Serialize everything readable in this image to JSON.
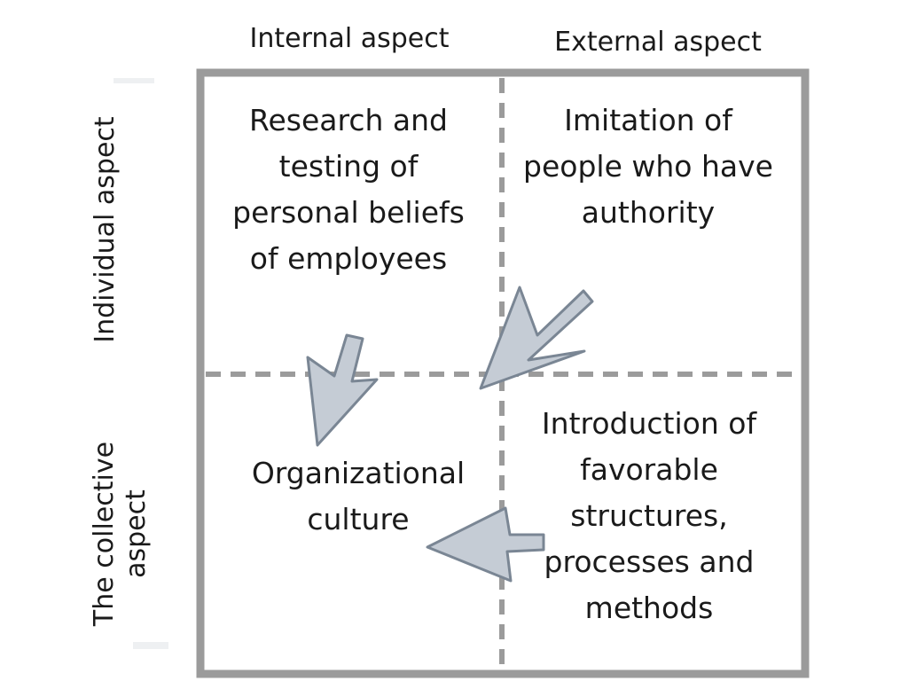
{
  "columns": {
    "internal": "Internal aspect",
    "external": "External aspect"
  },
  "rows": {
    "individual": "Individual aspect",
    "collective_line1": "The collective",
    "collective_line2": "aspect"
  },
  "quadrants": {
    "top_left": [
      "Research and",
      "testing of",
      "personal beliefs",
      "of employees"
    ],
    "top_right": [
      "Imitation of",
      "people who have",
      "authority"
    ],
    "bottom_left": [
      "Organizational",
      "culture"
    ],
    "bottom_right": [
      "Introduction of",
      "favorable",
      "structures,",
      "processes and",
      "methods"
    ]
  },
  "colors": {
    "frame": "#9b9b9b",
    "arrow_fill": "#c5ccd5",
    "arrow_stroke": "#7a8694",
    "text": "#1a1a1a"
  }
}
